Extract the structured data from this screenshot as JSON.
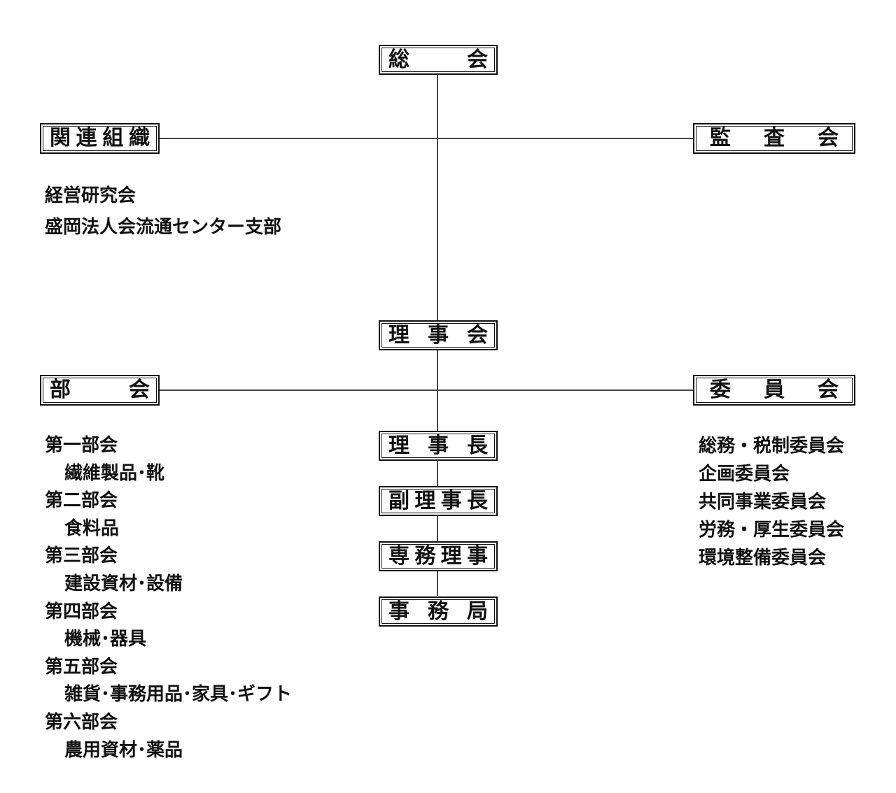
{
  "nodes": {
    "soukai": [
      "総",
      "会"
    ],
    "kanren": [
      "関",
      "連",
      "組",
      "織"
    ],
    "kansa": [
      "監",
      "査",
      "会"
    ],
    "rijikai": [
      "理",
      "事",
      "会"
    ],
    "bukai": [
      "部",
      "会"
    ],
    "iinkai": [
      "委",
      "員",
      "会"
    ],
    "rijicho": [
      "理",
      "事",
      "長"
    ],
    "fukurijicho": [
      "副",
      "理",
      "事",
      "長"
    ],
    "senmuriji": [
      "専",
      "務",
      "理",
      "事"
    ],
    "jimukyoku": [
      "事",
      "務",
      "局"
    ]
  },
  "related_orgs": [
    "経営研究会",
    "盛岡法人会流通センター支部"
  ],
  "bukai_list": [
    {
      "name": "第一部会",
      "desc": "繊維製品･靴"
    },
    {
      "name": "第二部会",
      "desc": "食料品"
    },
    {
      "name": "第三部会",
      "desc": "建設資材･設備"
    },
    {
      "name": "第四部会",
      "desc": "機械･器具"
    },
    {
      "name": "第五部会",
      "desc": "雑貨･事務用品･家具･ギフト"
    },
    {
      "name": "第六部会",
      "desc": "農用資材･薬品"
    }
  ],
  "iinkai_list": [
    "総務・税制委員会",
    "企画委員会",
    "共同事業委員会",
    "労務・厚生委員会",
    "環境整備委員会"
  ]
}
